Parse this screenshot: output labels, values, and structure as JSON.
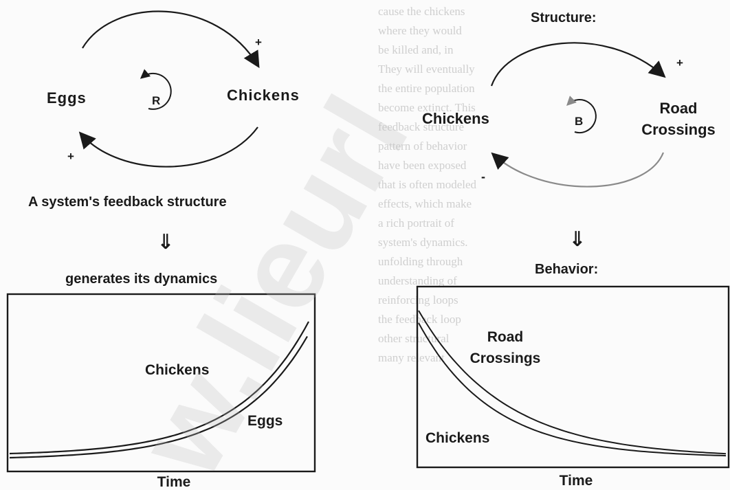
{
  "left": {
    "nodes": {
      "eggs": "Eggs",
      "chickens": "Chickens"
    },
    "loop_letter": "R",
    "top_polarity": "+",
    "bottom_polarity": "+",
    "caption": "A system's feedback structure",
    "implies_arrow": "⇓",
    "generates": "generates its dynamics",
    "chart": {
      "series_chickens": "Chickens",
      "series_eggs": "Eggs",
      "xlabel": "Time"
    }
  },
  "right": {
    "structure_label": "Structure:",
    "nodes": {
      "chickens": "Chickens",
      "road_1": "Road",
      "road_2": "Crossings"
    },
    "loop_letter": "B",
    "top_polarity": "+",
    "bottom_polarity": "-",
    "implies_arrow": "⇓",
    "behavior_label": "Behavior:",
    "chart": {
      "series_road_1": "Road",
      "series_road_2": "Crossings",
      "series_chickens": "Chickens",
      "xlabel": "Time"
    }
  },
  "background_text": [
    "cause the chickens",
    "where they would",
    "be killed and, in",
    "They will eventually",
    "the entire population",
    "become extinct. This",
    "feedback structure",
    "pattern of behavior",
    "have been exposed",
    "that is often modeled",
    "effects, which make",
    "a rich portrait of",
    "system's dynamics.",
    "unfolding through",
    "understanding of",
    "reinforcing loops",
    "the feedback loop",
    "other structural",
    "many relevant"
  ],
  "watermark": "w.lieurl",
  "colors": {
    "ink": "#1a1a1a",
    "faded": "#8a8a8a"
  }
}
